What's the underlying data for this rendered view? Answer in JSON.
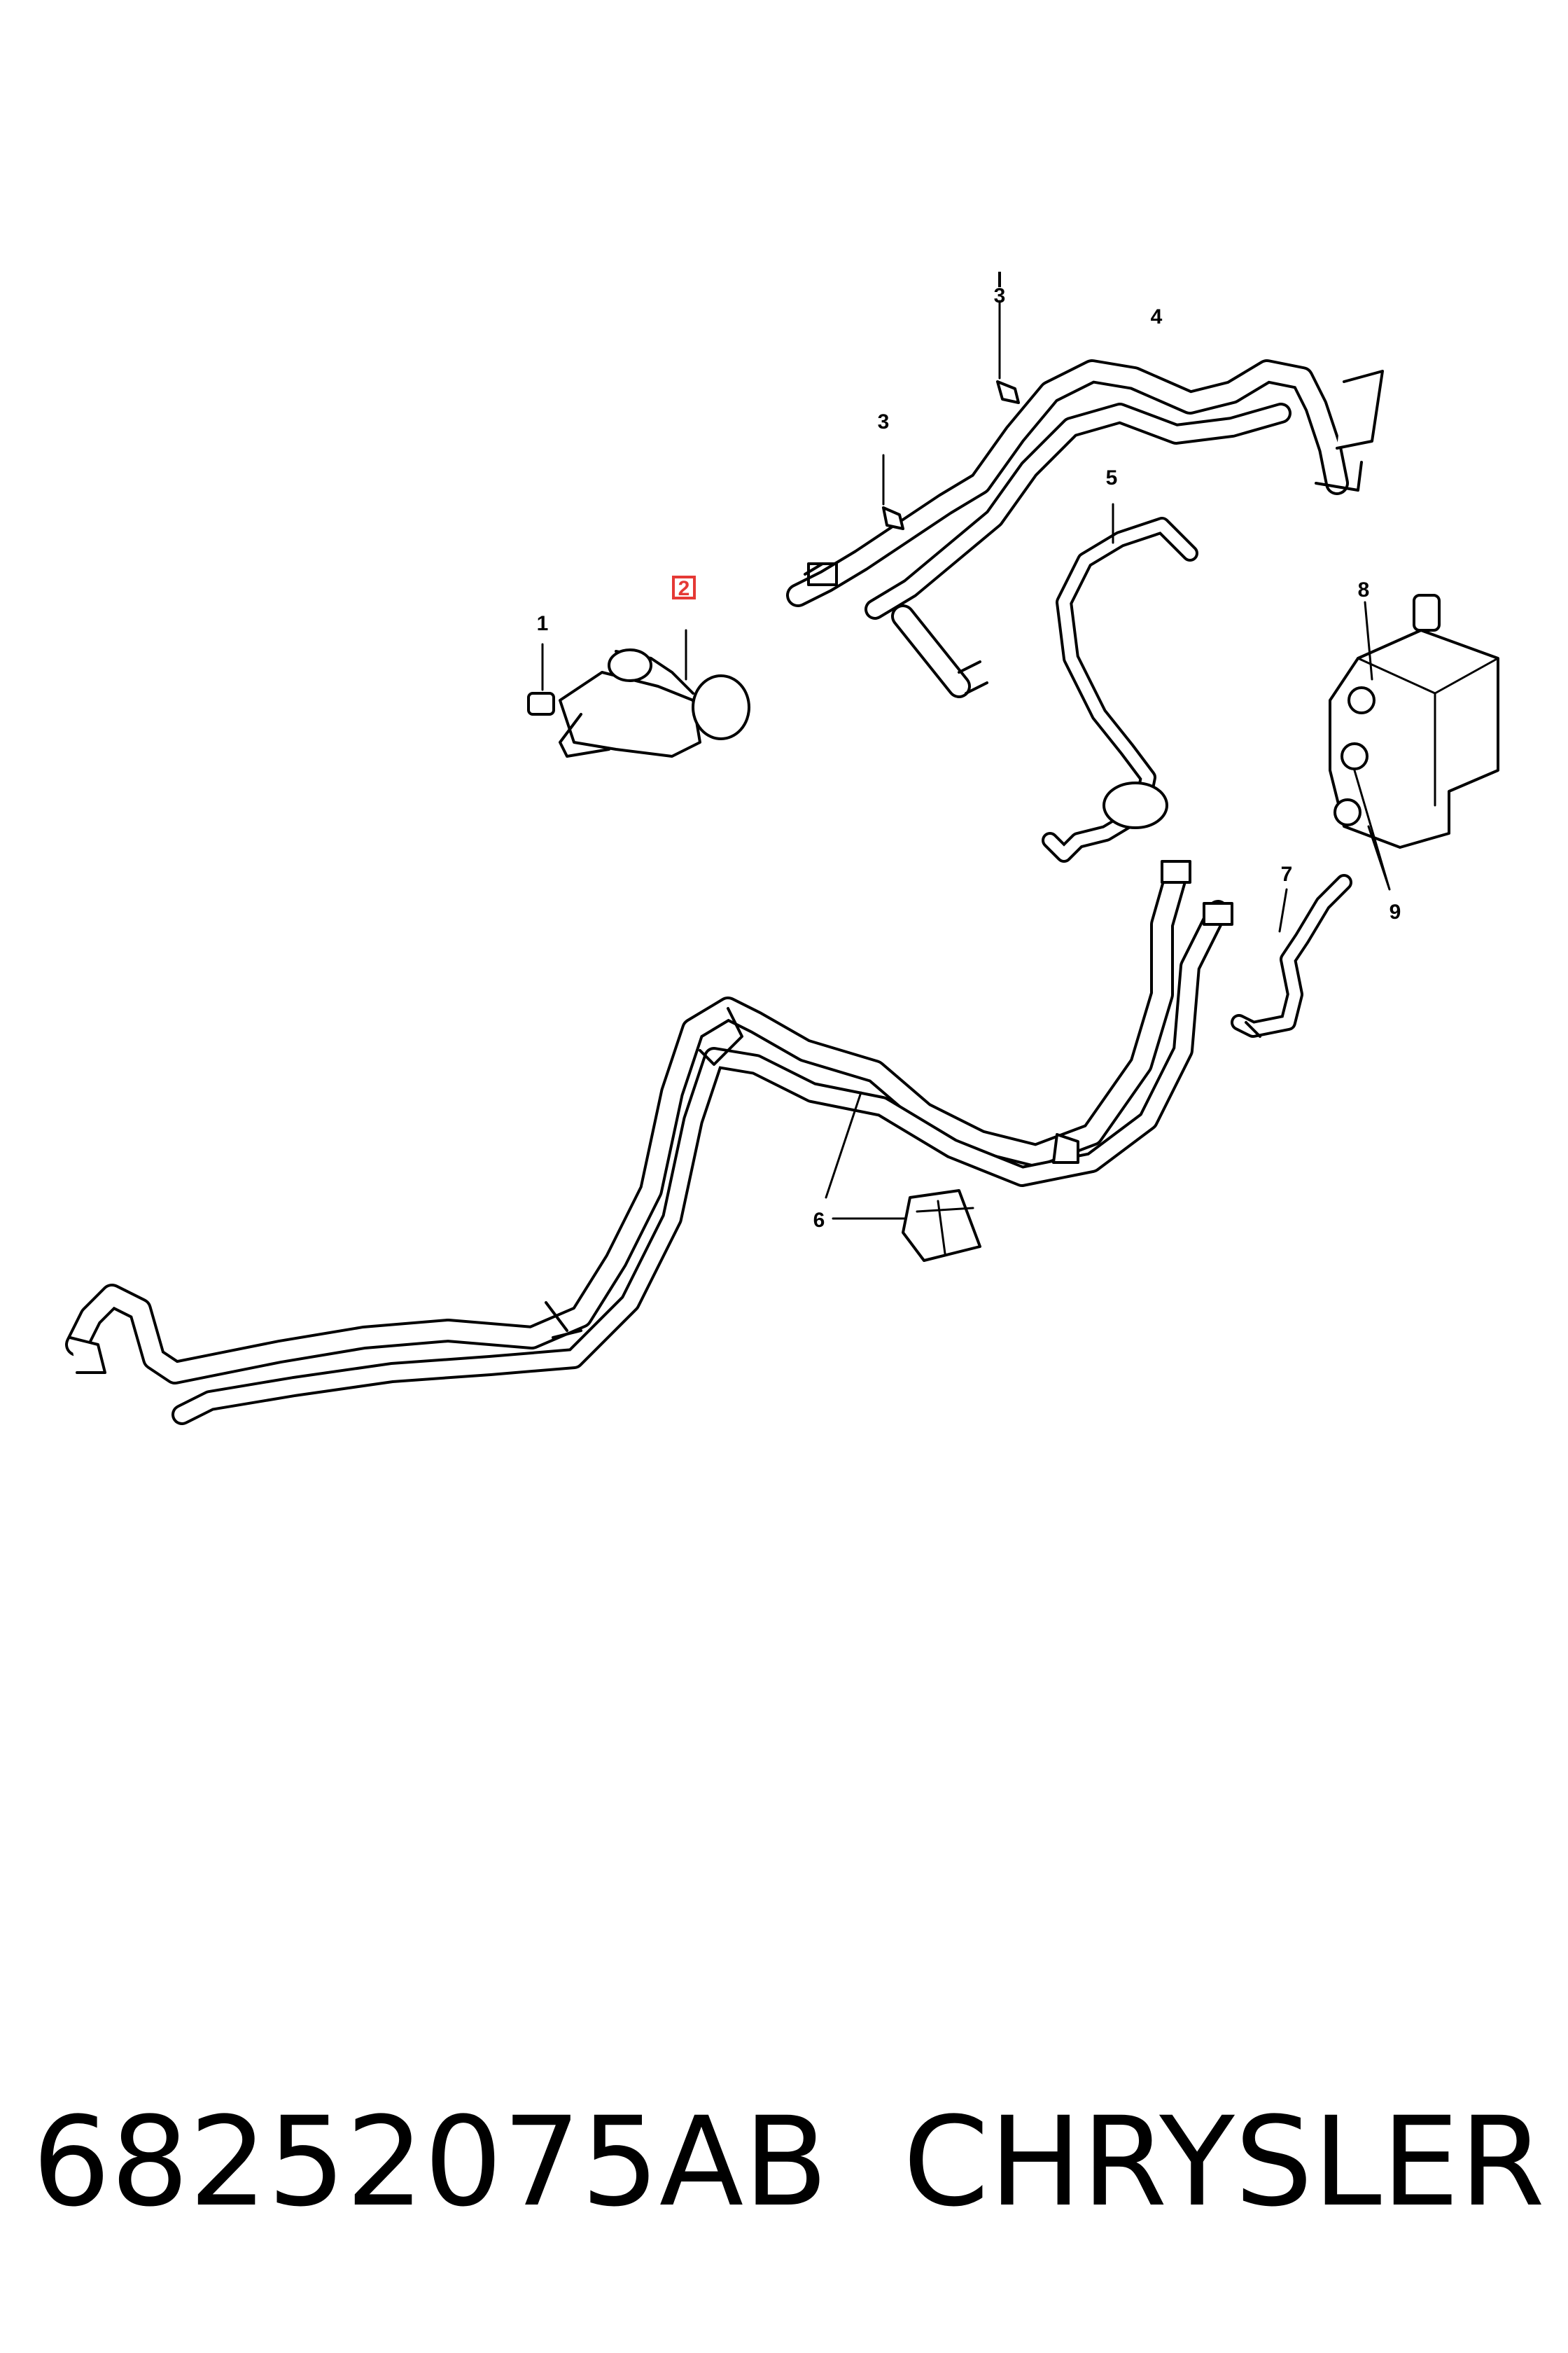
{
  "footer": {
    "part_number": "68252075AB",
    "brand": "CHRYSLER"
  },
  "callouts": {
    "c1": "1",
    "c2": "2",
    "c3a": "3",
    "c3b": "3",
    "c4": "4",
    "c5": "5",
    "c6": "6",
    "c7": "7",
    "c8": "8",
    "c9": "9"
  },
  "highlight_color": "#e53935"
}
